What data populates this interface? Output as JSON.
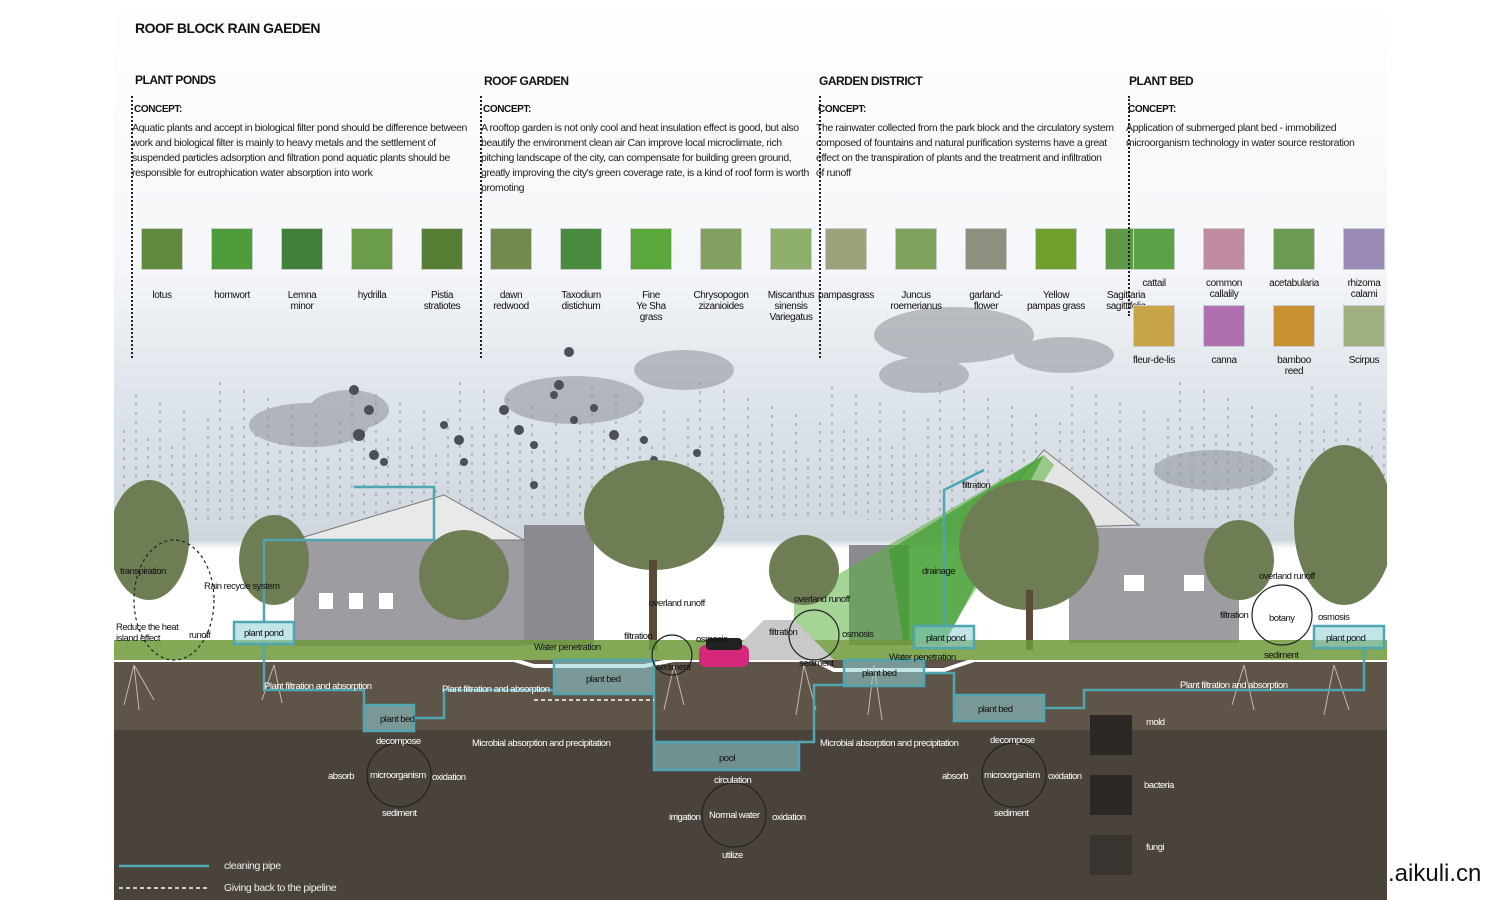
{
  "title": "ROOF BLOCK RAIN  GAEDEN",
  "sections": [
    {
      "title": "PLANT PONDS",
      "concept_label": "CONCEPT:",
      "concept_lines": [
        "Aquatic plants and accept in biological filter pond should be difference between",
        "work and biological filter is mainly to heavy metals and the settlement of",
        "suspended particles adsorption and filtration pond aquatic plants should be",
        "responsible for eutrophication water absorption into work"
      ],
      "plants": [
        [
          "lotus"
        ],
        [
          "hornwort"
        ],
        [
          "Lemna",
          "minor"
        ],
        [
          "hydrilla"
        ],
        [
          "Pistia",
          "stratiotes"
        ]
      ]
    },
    {
      "title": "ROOF GARDEN",
      "concept_label": "CONCEPT:",
      "concept_lines": [
        "A rooftop garden is not only cool and heat insulation effect is good, but also",
        "beautify the environment clean air Can improve local microclimate, rich",
        "pitching landscape of the city, can compensate for building green ground,",
        "greatly improving the city's green coverage rate, is a kind of roof form is worth",
        "promoting"
      ],
      "plants": [
        [
          "dawn",
          "redwood"
        ],
        [
          "Taxodium",
          "distichum"
        ],
        [
          "Fine",
          "Ye Sha",
          "grass"
        ],
        [
          "Chrysopogon",
          "zizanioides"
        ],
        [
          "Miscanthus",
          "sinensis",
          "Variegatus"
        ]
      ]
    },
    {
      "title": "GARDEN DISTRICT",
      "concept_label": "CONCEPT:",
      "concept_lines": [
        "The rainwater collected from the park block and the circulatory system",
        "composed of fountains and natural purification systems have a great",
        "effect on the transpiration of plants and the treatment and infiltration",
        "of runoff"
      ],
      "plants": [
        [
          "pampasgrass"
        ],
        [
          "Juncus",
          "roemerianus"
        ],
        [
          "garland-",
          "flower"
        ],
        [
          "Yellow",
          "pampas grass"
        ],
        [
          "Sagittaria",
          "sagittifolia"
        ]
      ]
    },
    {
      "title": "PLANT BED",
      "concept_label": "CONCEPT:",
      "concept_lines": [
        "Application of submerged plant bed - immobilized",
        "microorganism technology in water source restoration"
      ],
      "plants": [
        [
          "cattail"
        ],
        [
          "common",
          "callalily"
        ],
        [
          "acetabularia"
        ],
        [
          "rhizoma",
          "calami"
        ],
        [
          "fleur-de-lis"
        ],
        [
          "canna"
        ],
        [
          "bamboo",
          "reed"
        ],
        [
          "Scirpus"
        ]
      ]
    }
  ],
  "diagram_labels": {
    "filtration": "filtration",
    "drainage": "drainage",
    "transpiration": "transpiration",
    "rain_recycle": "Rain recycle system",
    "reduce_heat": [
      "Reduce the heat",
      "island effect"
    ],
    "runoff": "runoff",
    "plant_pond_left": "plant pond",
    "plant_pond_mid": "plant pond",
    "plant_pond_right": "plant pond",
    "overland_runoff_1": "overland runoff",
    "overland_runoff_2": "overland runoff",
    "overland_runoff_3": "overland runoff",
    "water_penetration_1": "Water penetration",
    "water_penetration_2": "Water penetration",
    "filtration_2": "filtration",
    "osmosis_1": "osmosis",
    "sediment_1": "sediment",
    "filtration_3": "filtration",
    "osmosis_2": "osmosis",
    "sediment_2": "sediment",
    "filtration_4": "filtration",
    "botany": "botany",
    "osmosis_3": "osmosis",
    "sediment_3": "sediment",
    "plant_bed_1": "plant bed",
    "plant_bed_2": "plant bed",
    "plant_bed_3": "plant bed",
    "plant_bed_4": "plant bed",
    "pfa_1": "Plant filtration and absorption",
    "pfa_2": "Plant filtration and absorption",
    "pfa_3": "Plant filtration and absorption",
    "microbial_1": "Microbial absorption and precipitation",
    "microbial_2": "Microbial absorption and precipitation",
    "pool": "pool",
    "decompose_1": "decompose",
    "absorb_1": "absorb",
    "microorganism_1": "microorganism",
    "oxidation_1": "oxidation",
    "sediment_4": "sediment",
    "circulation": "circulation",
    "irrigation": "irrigation",
    "normal_water": "Normal water",
    "oxidation_2": "oxidation",
    "utilize": "utilize",
    "decompose_2": "decompose",
    "absorb_2": "absorb",
    "microorganism_2": "microorganism",
    "oxidation_3": "oxidation",
    "sediment_5": "sediment",
    "mold": "mold",
    "bacteria": "bacteria",
    "fungi": "fungi"
  },
  "legend": {
    "cleaning_pipe": "cleaning pipe",
    "giving_back": "Giving back to the pipeline"
  },
  "watermark": ".aikuli.cn",
  "colors": {
    "pipe": "#4fa6b0",
    "pipe_fill": "#8fcfd6",
    "soil": "#5a5148",
    "deep_soil": "#403a35",
    "grass": "#6f9b3a",
    "tree": "#7a8a5a",
    "green_roof": "#4da338",
    "building": "#9e9ea2"
  }
}
